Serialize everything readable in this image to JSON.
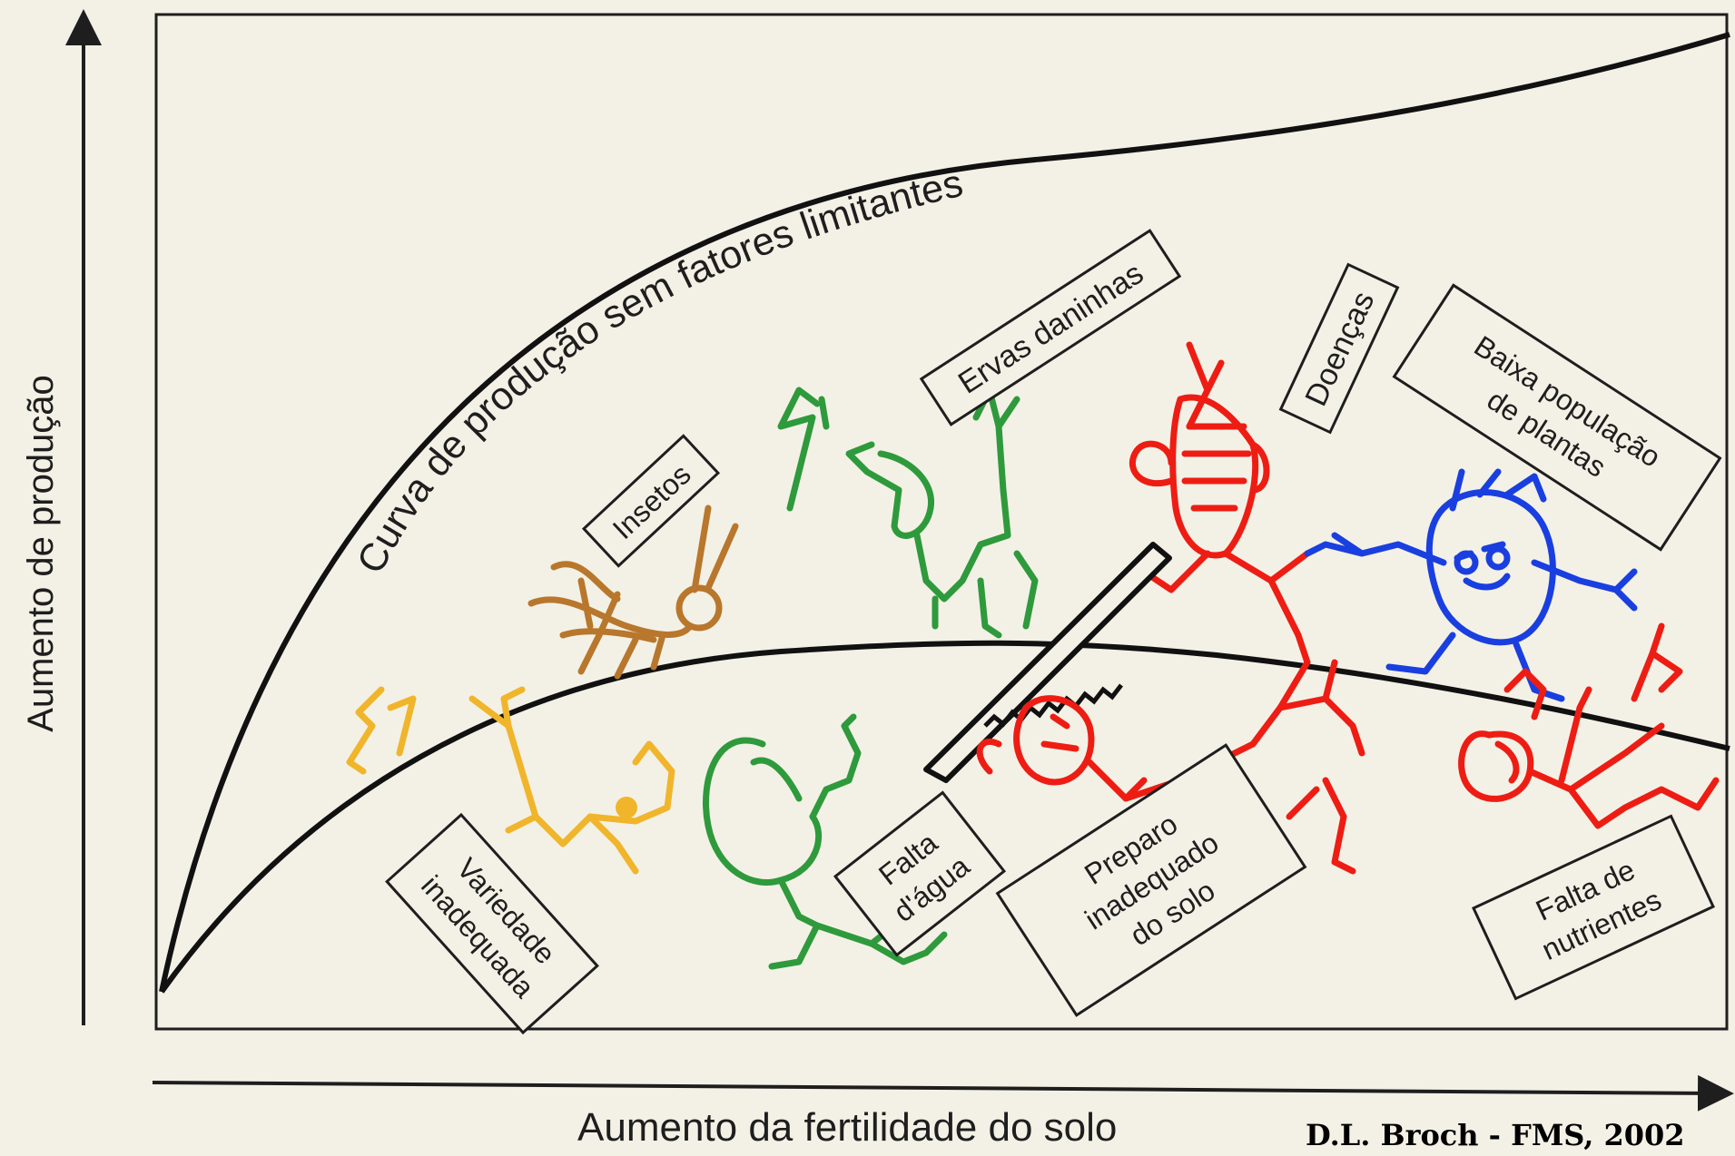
{
  "title": "",
  "axes": {
    "y_label": "Aumento de produção",
    "x_label": "Aumento da fertilidade do solo"
  },
  "curves": {
    "upper_label": "Curva de produção sem fatores limitantes"
  },
  "factors": [
    {
      "id": "variedade",
      "lines": [
        "Variedade",
        "inadequada"
      ],
      "color": "#f0b52a"
    },
    {
      "id": "insetos",
      "lines": [
        "Insetos"
      ],
      "color": "#b8772c"
    },
    {
      "id": "ervas",
      "lines": [
        "Ervas daninhas"
      ],
      "color": "#2e9a3c"
    },
    {
      "id": "agua",
      "lines": [
        "Falta",
        "d'água"
      ],
      "color": "#2e9a3c"
    },
    {
      "id": "doencas",
      "lines": [
        "Doenças"
      ],
      "color": "#ee1d14"
    },
    {
      "id": "preparo",
      "lines": [
        "Preparo",
        "inadequado",
        "do solo"
      ],
      "color": "#ee1d14"
    },
    {
      "id": "populacao",
      "lines": [
        "Baixa população",
        "de plantas"
      ],
      "color": "#1a3fe0"
    },
    {
      "id": "nutrientes",
      "lines": [
        "Falta de",
        "nutrientes"
      ],
      "color": "#ee1d14"
    }
  ],
  "credit": "D.L. Broch - FMS, 2002"
}
